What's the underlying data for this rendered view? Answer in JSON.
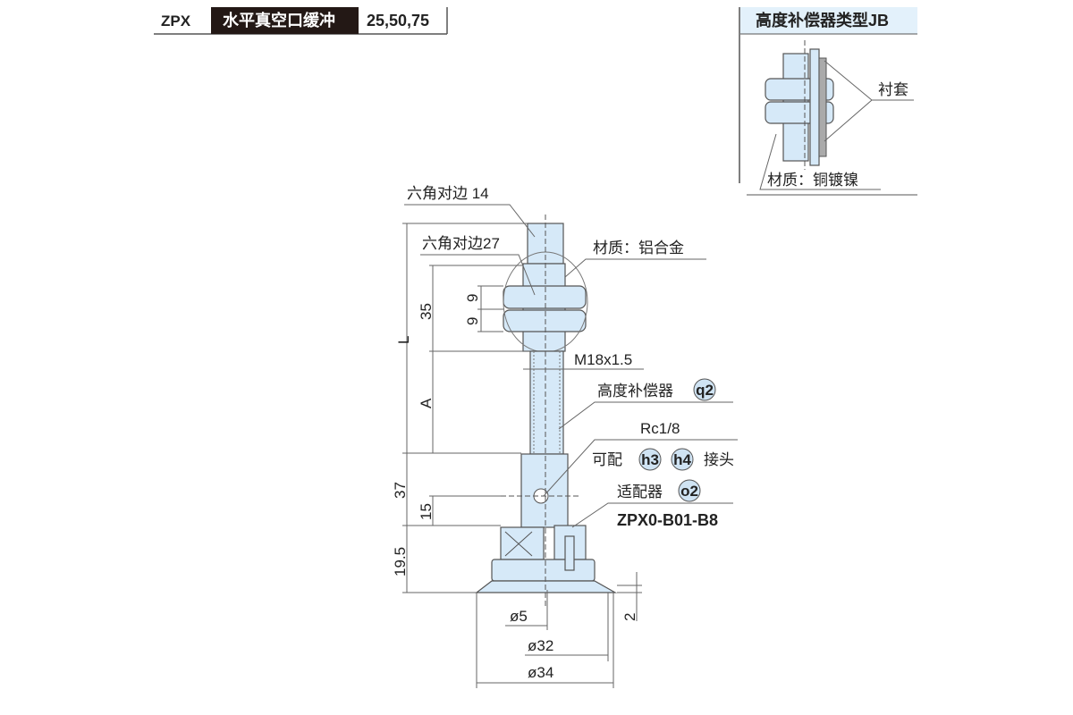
{
  "header": {
    "series": "ZPX",
    "title": "水平真空口缓冲",
    "sizes": "25,50,75"
  },
  "inset": {
    "title": "高度补偿器类型JB",
    "bushing_label": "衬套",
    "material_label": "材质：铜镀镍"
  },
  "callouts": {
    "hex14": "六角对边 14",
    "hex27": "六角对边27",
    "material": "材质：铝合金",
    "thread": "M18x1.5",
    "compensator": "高度补偿器",
    "compensator_code": "q2",
    "port": "Rc1/8",
    "fitting_prefix": "可配",
    "fitting_h3": "h3",
    "fitting_h4": "h4",
    "fitting_suffix": "接头",
    "adapter": "适配器",
    "adapter_code": "o2",
    "adapter_model": "ZPX0-B01-B8"
  },
  "dimensions": {
    "L": "L",
    "A": "A",
    "d35": "35",
    "d9a": "9",
    "d9b": "9",
    "d37": "37",
    "d15": "15",
    "d19_5": "19.5",
    "d2": "2",
    "phi5": "ø5",
    "phi32": "ø32",
    "phi34": "ø34"
  },
  "colors": {
    "part_fill": "#d6e9f8",
    "header_dark": "#231815",
    "inset_header": "#e3f1fb"
  }
}
